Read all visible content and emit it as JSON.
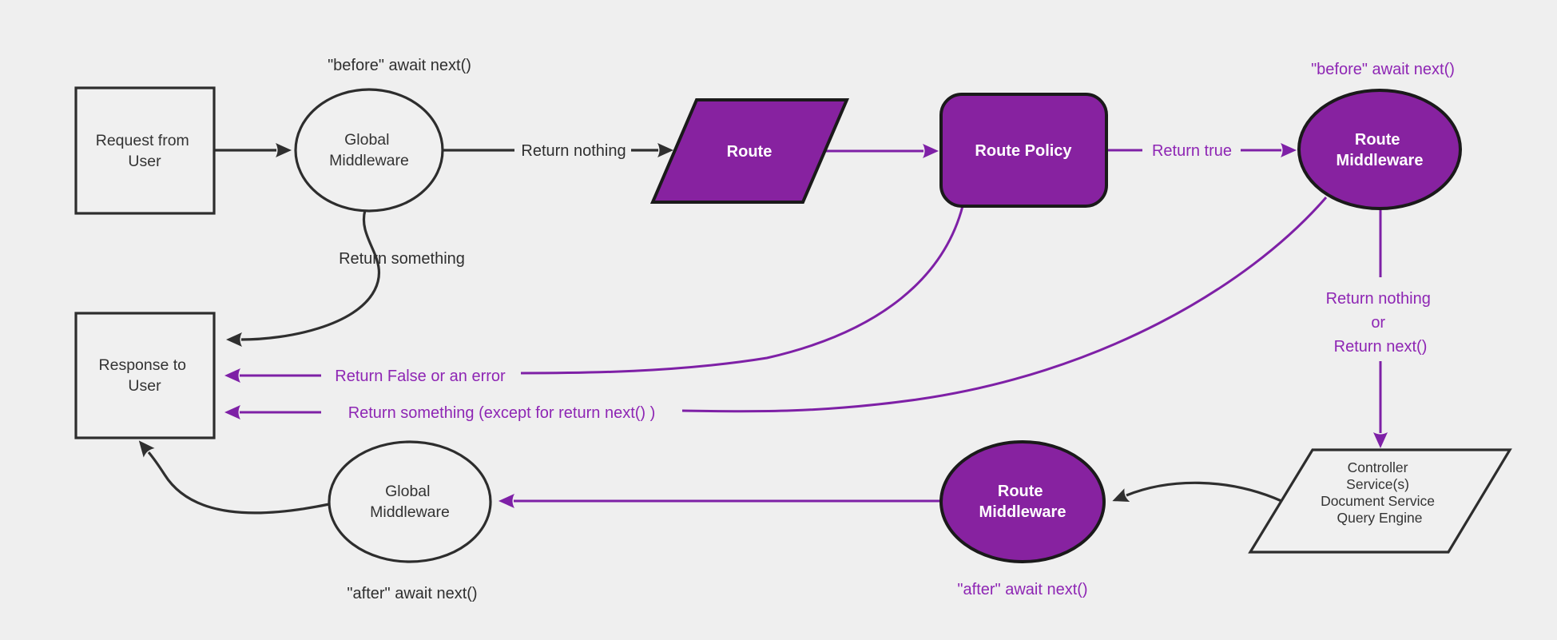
{
  "diagram": {
    "background": "#efefef",
    "colors": {
      "purple_fill": "#8722a0",
      "purple_edge": "#7e20a6",
      "purple_label": "#8e26b4",
      "dark_stroke": "#2d2d2d",
      "dark_label": "#2f2f2f",
      "light_fill": "#f0f0f0",
      "white_text": "#ffffff"
    },
    "nodes": {
      "request_from_user": {
        "shape": "rectangle",
        "lines": [
          "Request from",
          "User"
        ]
      },
      "global_middleware_top": {
        "shape": "ellipse",
        "lines": [
          "Global",
          "Middleware"
        ]
      },
      "route": {
        "shape": "parallelogram",
        "lines": [
          "Route"
        ]
      },
      "route_policy": {
        "shape": "rounded-rectangle",
        "lines": [
          "Route Policy"
        ]
      },
      "route_middleware_top": {
        "shape": "ellipse",
        "lines": [
          "Route",
          "Middleware"
        ]
      },
      "response_to_user": {
        "shape": "rectangle",
        "lines": [
          "Response to",
          "User"
        ]
      },
      "controller_services": {
        "shape": "parallelogram",
        "lines": [
          "Controller",
          "Service(s)",
          "Document Service",
          "Query Engine"
        ]
      },
      "route_middleware_bottom": {
        "shape": "ellipse",
        "lines": [
          "Route",
          "Middleware"
        ]
      },
      "global_middleware_bottom": {
        "shape": "ellipse",
        "lines": [
          "Global",
          "Middleware"
        ]
      }
    },
    "labels": {
      "before_await_next_global": "\"before\" await next()",
      "return_nothing": "Return nothing",
      "return_true": "Return true",
      "before_await_next_route": "\"before\" await next()",
      "return_something": "Return something",
      "return_nothing_or": [
        "Return nothing",
        "or",
        "Return next()"
      ],
      "return_false_or_error": "Return False or an error",
      "return_something_except": "Return something (except for return next() )",
      "after_await_next_route": "\"after\" await next()",
      "after_await_next_global": "\"after\" await next()"
    }
  }
}
